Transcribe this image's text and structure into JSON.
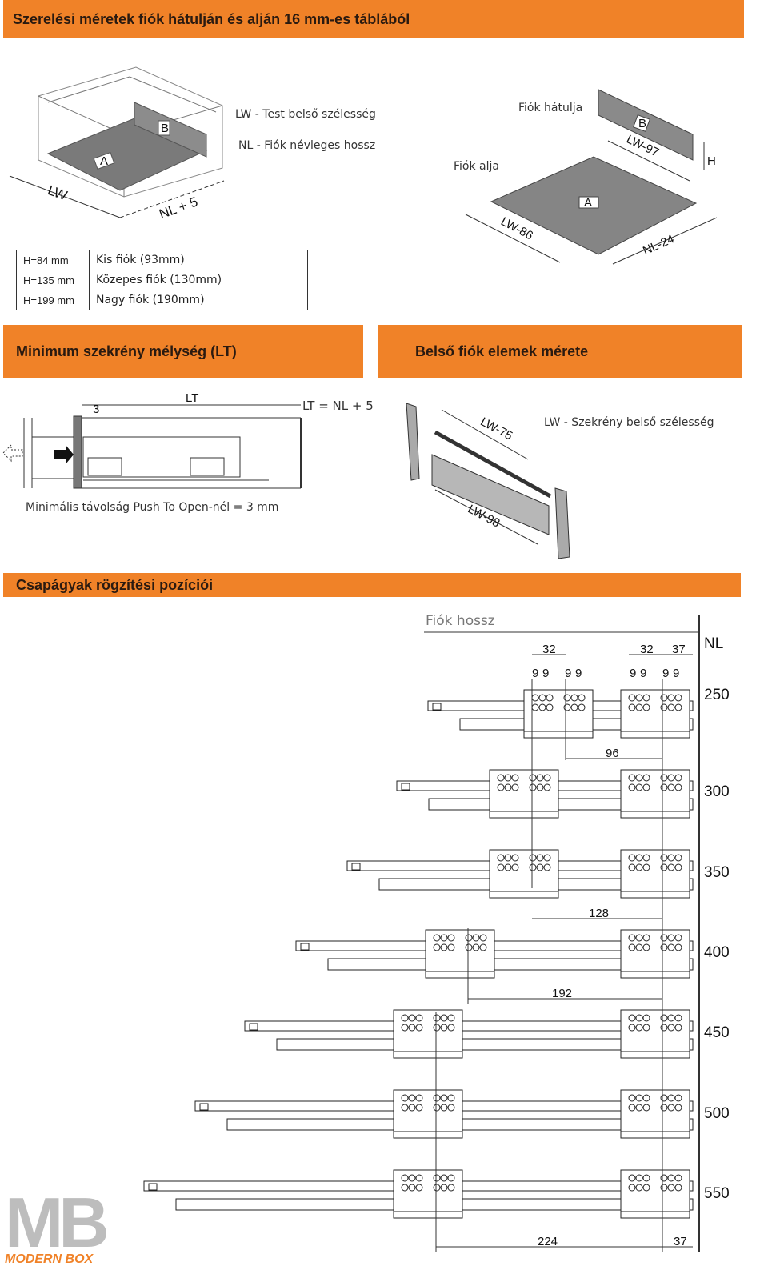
{
  "headers": {
    "top": "Szerelési méretek fiók hátulján és alján 16 mm-es táblából",
    "min_depth": "Minimum szekrény mélység (LT)",
    "inner_parts": "Belső fiók elemek mérete",
    "bearings": "Csapágyak rögzítési pozíciói"
  },
  "section1": {
    "lw_desc": "LW -  Test belső szélesség",
    "nl_desc": "NL - Fiók névleges hossz",
    "back_label": "Fiók hátulja",
    "bottom_label": "Fiók alja",
    "cab_lw": "LW",
    "cab_nl": "NL + 5",
    "mark_a": "A",
    "mark_b": "B",
    "back_dim": "LW-97",
    "h_dim": "H",
    "bottom_w": "LW-86",
    "bottom_d": "NL-24",
    "heights": [
      {
        "h": "H=84 mm",
        "desc": "Kis fiók (93mm)"
      },
      {
        "h": "H=135 mm",
        "desc": "Közepes fiók (130mm)"
      },
      {
        "h": "H=199 mm",
        "desc": "Nagy fiók (190mm)"
      }
    ]
  },
  "section2": {
    "gap": "3",
    "lt": "LT",
    "lt_formula": "LT = NL + 5",
    "push_note": "Minimális távolság Push To Open-nél = 3 mm",
    "rail_dim": "LW-75",
    "panel_dim": "LW-98",
    "lw_note": "LW - Szekrény belső szélesség"
  },
  "section3": {
    "axis_label": "Fiók hossz",
    "nl_header": "NL",
    "nl_values": [
      "250",
      "300",
      "350",
      "400",
      "450",
      "500",
      "550"
    ],
    "dims": {
      "d32a": "32",
      "d32b": "32",
      "d37": "37",
      "nine": "9",
      "d96": "96",
      "d128": "128",
      "d192": "192",
      "d224": "224",
      "d37b": "37"
    }
  },
  "logo": {
    "mark": "MB",
    "text": "MODERN BOX"
  },
  "colors": {
    "accent": "#f08228",
    "panel": "#8a8a8a",
    "line": "#222222"
  }
}
